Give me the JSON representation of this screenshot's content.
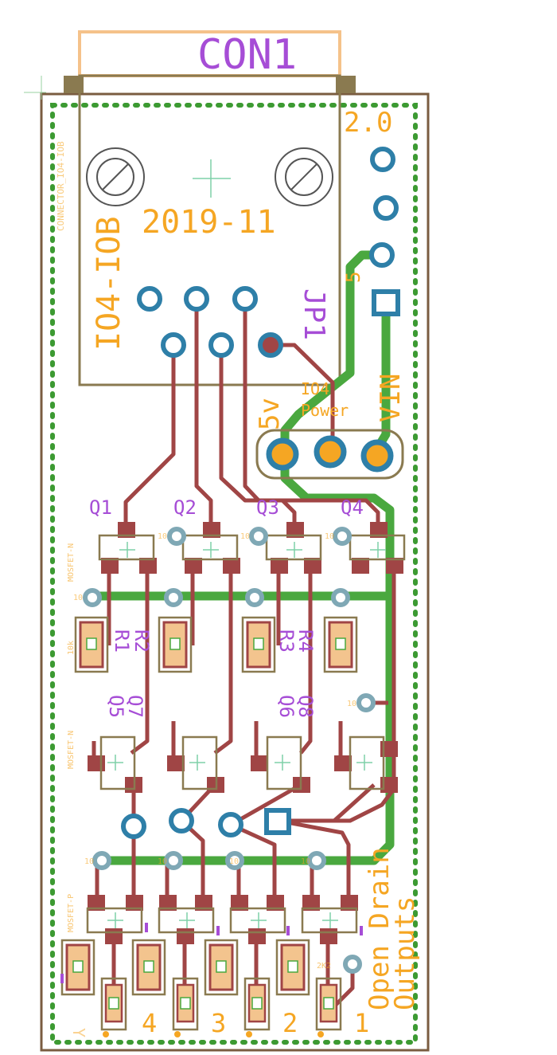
{
  "connector": {
    "name": "CON1",
    "part": "CONNECTOR_IO4-IOB"
  },
  "board": {
    "module": "IO4-IOB",
    "date": "2019-11",
    "version": "2.0"
  },
  "jumper": {
    "name": "JP1",
    "pins": [
      "5v",
      "IO4\nPower",
      "VIN"
    ]
  },
  "header_labels": {
    "pin5": "5"
  },
  "transistors_top": [
    "Q1",
    "Q2",
    "Q3",
    "Q4"
  ],
  "transistors_mid": [
    {
      "a": "Q5",
      "b": "Q7"
    },
    {
      "a": "Q6",
      "b": "Q8"
    }
  ],
  "resistors": [
    {
      "a": "R1",
      "b": "R2"
    },
    {
      "a": "R3",
      "b": "R4"
    }
  ],
  "part_values": {
    "mosfet_n": "MOSFET-N",
    "mosfet_p": "MOSFET-P",
    "resistor_10k": "10k",
    "resistor_2k": "2K2",
    "mark_ten": "10",
    "led_mark": "Y"
  },
  "outputs": {
    "title_line1": "Open Drain",
    "title_line2": "Outputs",
    "numbers": [
      "4",
      "3",
      "2",
      "1"
    ]
  },
  "colors": {
    "board_outline": "#7a5c40",
    "silk_orange": "#f5a623",
    "silk_violet": "#a64dd6",
    "copper_bottom": "#a04545",
    "copper_top": "#4aa83f",
    "via": "#2e7fa8",
    "pad": "#b05050"
  }
}
